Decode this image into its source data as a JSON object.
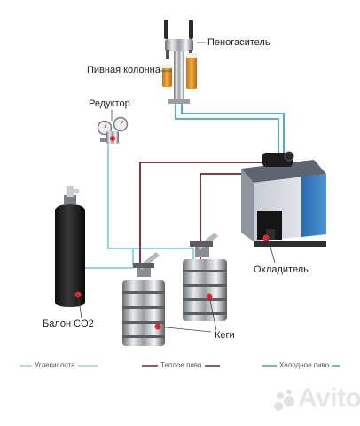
{
  "labels": {
    "foam_killer": "Пеногаситель",
    "beer_tower": "Пивная колонна",
    "regulator": "Редуктор",
    "cooler": "Охладитель",
    "co2_cylinder": "Балон CO2",
    "kegs": "Кеги"
  },
  "legend": {
    "co2": "Углекислота",
    "warm_beer": "Теплое пиво",
    "cold_beer": "Холодное пиво"
  },
  "watermark": "Avito",
  "colors": {
    "co2_line": "#8fd8e6",
    "warm_line": "#7a1f24",
    "cold_line": "#3aa6c4",
    "cooler_body": "#3b7fc1",
    "cylinder": "#1b1b1b",
    "marker_red": "#e3262e"
  }
}
